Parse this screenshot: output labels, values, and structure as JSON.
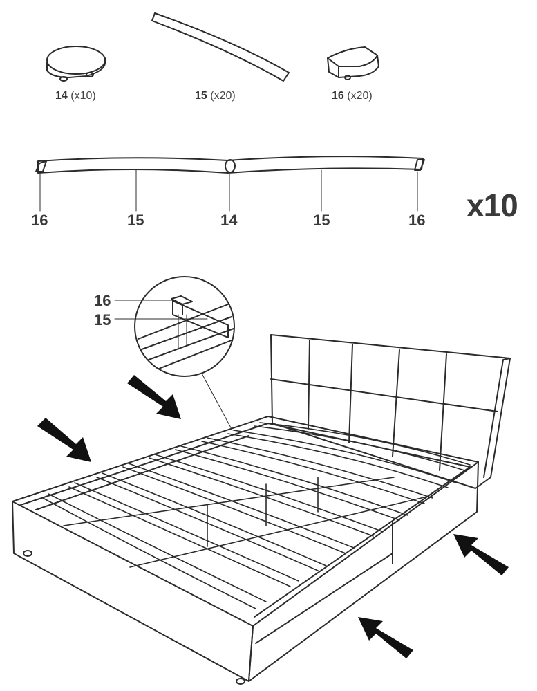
{
  "parts": [
    {
      "number": "14",
      "qty": "(x10)"
    },
    {
      "number": "15",
      "qty": "(x20)"
    },
    {
      "number": "16",
      "qty": "(x20)"
    }
  ],
  "assembly_callouts": [
    "16",
    "15",
    "14",
    "15",
    "16"
  ],
  "multiplier": "x10",
  "detail_callouts": [
    "16",
    "15"
  ],
  "colors": {
    "line": "#2b2b2b",
    "text": "#3a3a3a",
    "arrow": "#111111"
  },
  "icons": [
    "slat-holder-center-icon",
    "slat-icon",
    "slat-end-cap-icon",
    "arrow-icon"
  ]
}
